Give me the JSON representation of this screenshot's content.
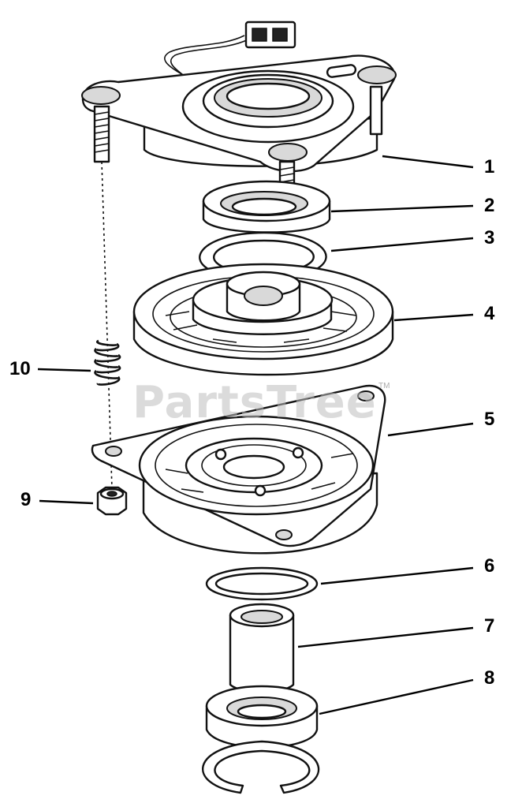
{
  "diagram": {
    "callouts": [
      {
        "label": "1"
      },
      {
        "label": "2"
      },
      {
        "label": "3"
      },
      {
        "label": "4"
      },
      {
        "label": "5"
      },
      {
        "label": "6"
      },
      {
        "label": "7"
      },
      {
        "label": "8"
      },
      {
        "label": "9"
      },
      {
        "label": "10"
      }
    ],
    "watermark": {
      "text": "PartsTree",
      "mark": "TM"
    }
  }
}
